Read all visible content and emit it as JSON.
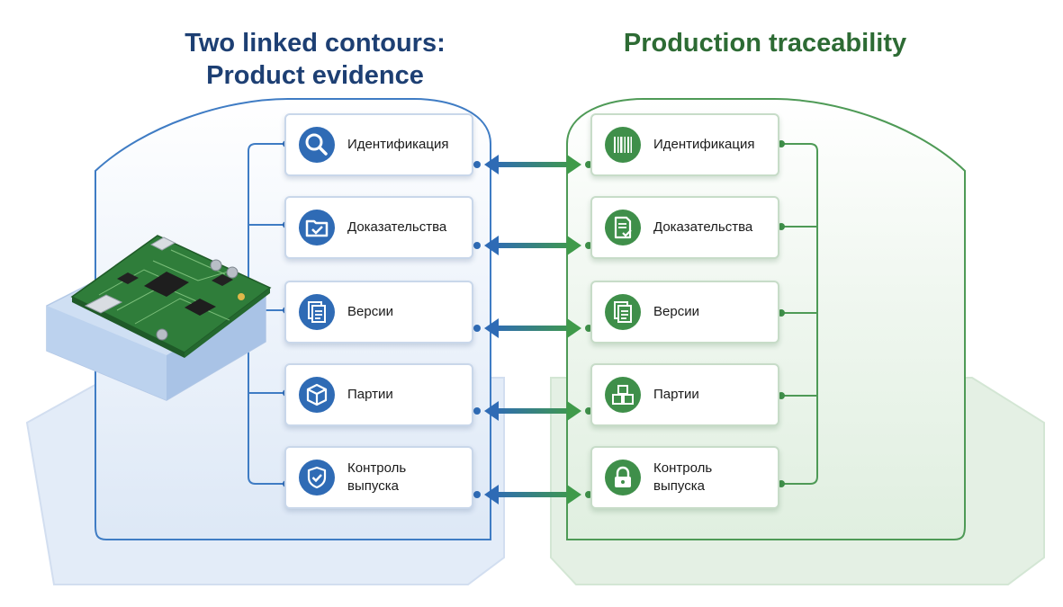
{
  "titles": {
    "left": [
      "Two linked contours:",
      "Product evidence"
    ],
    "right": "Production traceability"
  },
  "colors": {
    "left_title": "#1d3f73",
    "right_title": "#2d6b34",
    "left_accent": "#2f6bb5",
    "right_accent": "#3f8f4a"
  },
  "left_items": [
    {
      "label": [
        "Идентификация"
      ],
      "icon": "magnifier-icon"
    },
    {
      "label": [
        "Доказательства"
      ],
      "icon": "folder-check-icon"
    },
    {
      "label": [
        "Версии"
      ],
      "icon": "documents-icon"
    },
    {
      "label": [
        "Партии"
      ],
      "icon": "box-icon"
    },
    {
      "label": [
        "Контроль",
        "выпуска"
      ],
      "icon": "shield-check-icon"
    }
  ],
  "right_items": [
    {
      "label": [
        "Идентификация"
      ],
      "icon": "barcode-icon"
    },
    {
      "label": [
        "Доказательства"
      ],
      "icon": "document-check-icon"
    },
    {
      "label": [
        "Версии"
      ],
      "icon": "documents-icon"
    },
    {
      "label": [
        "Партии"
      ],
      "icon": "boxes-icon"
    },
    {
      "label": [
        "Контроль",
        "выпуска"
      ],
      "icon": "lock-icon"
    }
  ]
}
